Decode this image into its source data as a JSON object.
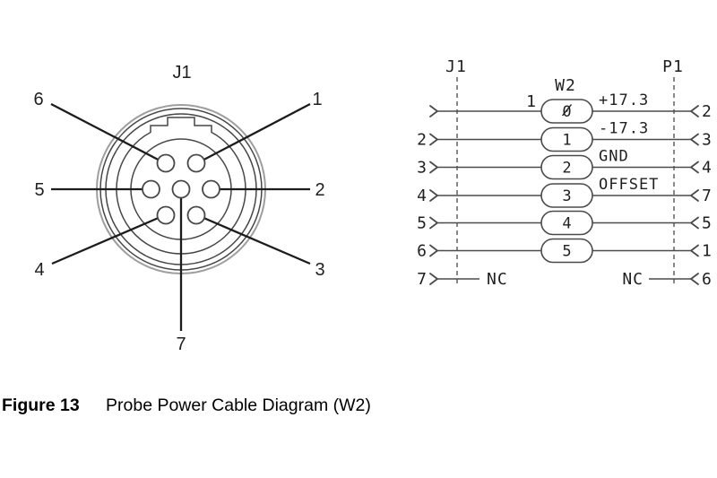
{
  "figure_caption": {
    "label": "Figure 13",
    "title": "Probe Power Cable Diagram (W2)"
  },
  "connector_view": {
    "title": "J1",
    "pin_labels": {
      "p1": "1",
      "p2": "2",
      "p3": "3",
      "p4": "4",
      "p5": "5",
      "p6": "6",
      "p7": "7"
    }
  },
  "wiring_diagram": {
    "left_connector_label": "J1",
    "cable_label": "W2",
    "right_connector_label": "P1",
    "first_wire_marker": "1",
    "rows": [
      {
        "j1_pin": "",
        "wire": "0",
        "signal": "+17.3",
        "p1_pin": "2"
      },
      {
        "j1_pin": "2",
        "wire": "1",
        "signal": "-17.3",
        "p1_pin": "3"
      },
      {
        "j1_pin": "3",
        "wire": "2",
        "signal": "GND",
        "p1_pin": "4"
      },
      {
        "j1_pin": "4",
        "wire": "3",
        "signal": "OFFSET",
        "p1_pin": "7"
      },
      {
        "j1_pin": "5",
        "wire": "4",
        "signal": "",
        "p1_pin": "5"
      },
      {
        "j1_pin": "6",
        "wire": "5",
        "signal": "",
        "p1_pin": "1"
      },
      {
        "j1_pin": "7",
        "left_nc": "NC",
        "right_nc": "NC",
        "p1_pin": "6"
      }
    ]
  },
  "colors": {
    "schematic_line": "#4a4a4a",
    "leader_line": "#1c1c1c",
    "outer_ring": "#9e9e9e",
    "text": "#1f1f1f"
  }
}
